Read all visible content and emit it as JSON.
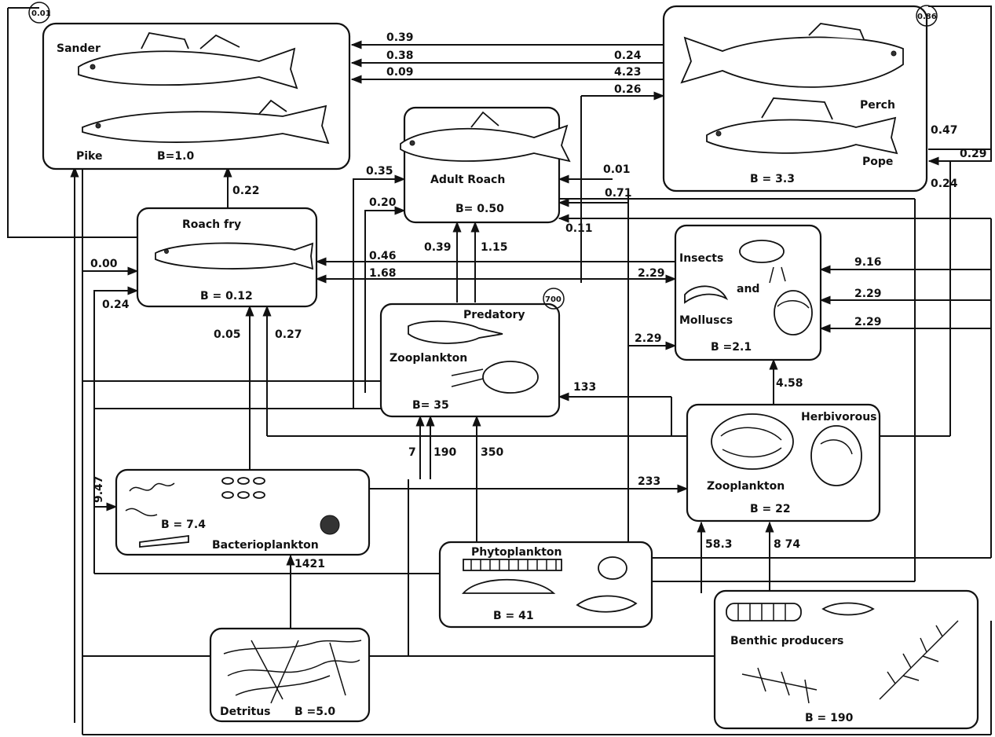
{
  "nodes": {
    "sander_pike": {
      "name1": "Sander",
      "name2": "Pike",
      "biomass": "B=1.0",
      "cycle": "0.01"
    },
    "perch_pope": {
      "name1": "Perch",
      "name2": "Pope",
      "biomass": "B = 3.3",
      "cycle": "0.86"
    },
    "adult_roach": {
      "name": "Adult Roach",
      "biomass": "B= 0.50"
    },
    "roach_fry": {
      "name": "Roach fry",
      "biomass": "B = 0.12"
    },
    "insects_molluscs": {
      "name1": "Insects",
      "name2": "and",
      "name3": "Molluscs",
      "biomass": "B =2.1"
    },
    "predatory_zooplankton": {
      "name1": "Predatory",
      "name2": "Zooplankton",
      "biomass": "B= 35",
      "cycle": "700"
    },
    "herbivorous_zooplankton": {
      "name1": "Herbivorous",
      "name2": "Zooplankton",
      "biomass": "B = 22"
    },
    "bacterioplankton": {
      "name": "Bacterioplankton",
      "biomass": "B = 7.4"
    },
    "phytoplankton": {
      "name": "Phytoplankton",
      "biomass": "B = 41"
    },
    "benthic_producers": {
      "name": "Benthic producers",
      "biomass": "B = 190"
    },
    "detritus": {
      "name": "Detritus",
      "biomass": "B =5.0"
    }
  },
  "flows": {
    "f_039": "0.39",
    "f_038": "0.38",
    "f_009": "0.09",
    "f_024a": "0.24",
    "f_423": "4.23",
    "f_026": "0.26",
    "f_047": "0.47",
    "f_029": "0.29",
    "f_024b": "0.24",
    "f_035": "0.35",
    "f_020": "0.20",
    "f_001": "0.01",
    "f_071": "0.71",
    "f_011": "0.11",
    "f_022": "0.22",
    "f_039b": "0.39",
    "f_115": "1.15",
    "f_000": "0.00",
    "f_046": "0.46",
    "f_168": "1.68",
    "f_229a": "2.29",
    "f_916": "9.16",
    "f_229b": "2.29",
    "f_229c": "2.29",
    "f_024c": "0.24",
    "f_005": "0.05",
    "f_027": "0.27",
    "f_229d": "2.29",
    "f_133": "133",
    "f_458": "4.58",
    "f_7": "7",
    "f_190": "190",
    "f_350": "350",
    "f_233": "233",
    "f_947": "9.47",
    "f_1421": "1421",
    "f_583": "58.3",
    "f_874": "8 74"
  }
}
